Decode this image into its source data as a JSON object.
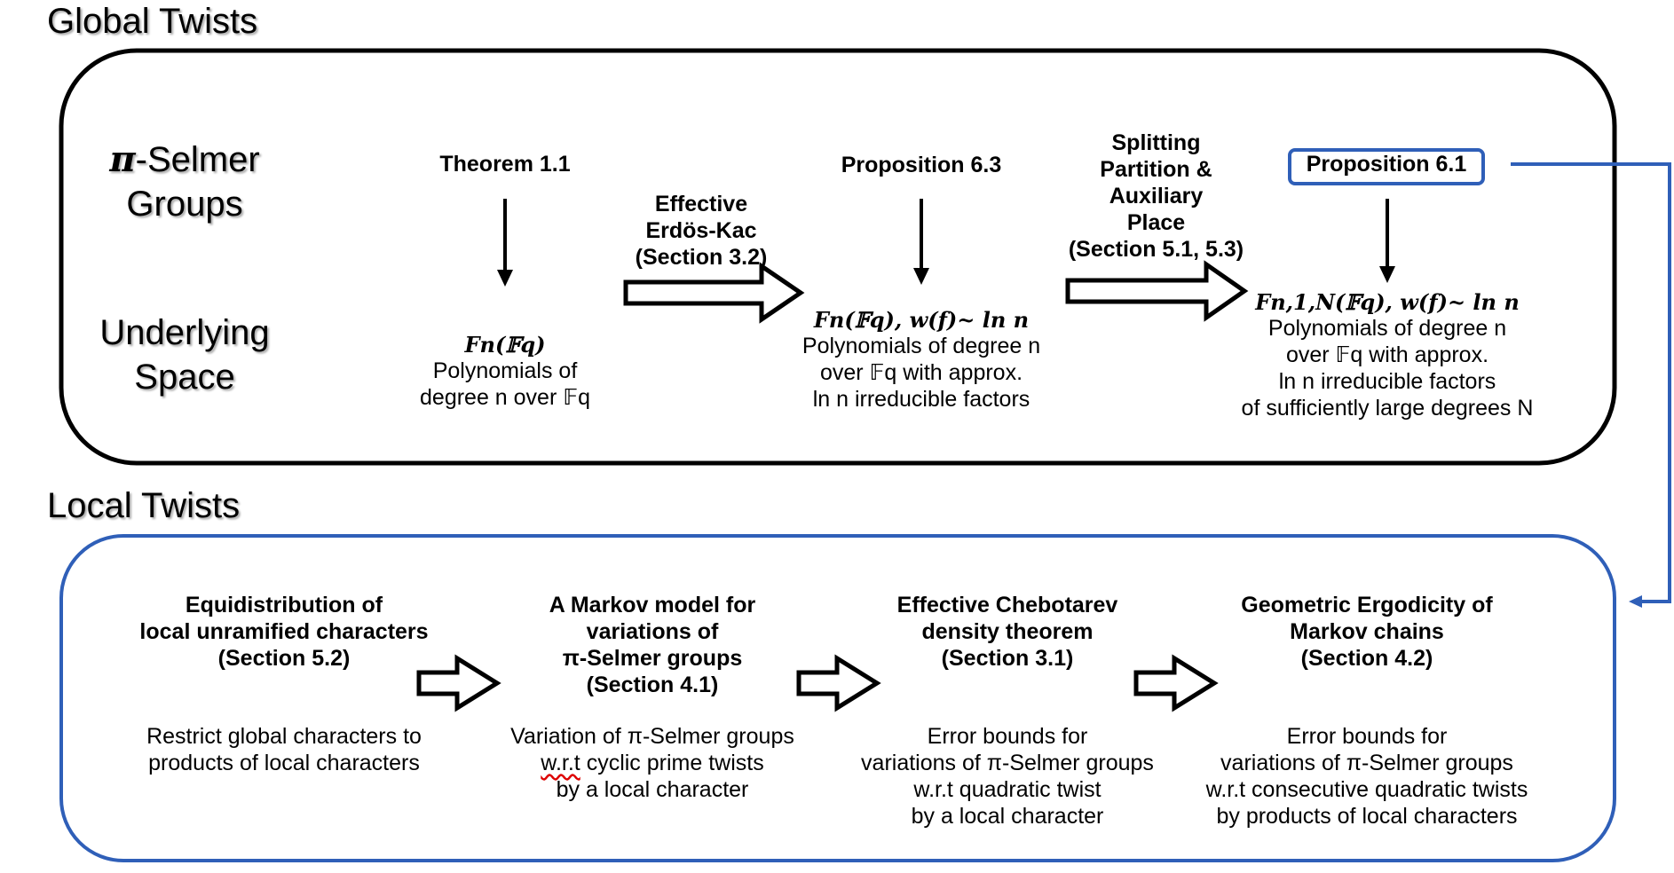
{
  "sections": {
    "global_title": "Global Twists",
    "local_title": "Local Twists"
  },
  "row_labels": {
    "selmer_line1_symbol": "π",
    "selmer_line1_text": "-Selmer",
    "selmer_line2": "Groups",
    "space_line1": "Underlying",
    "space_line2": "Space"
  },
  "global": {
    "theorem11": {
      "title": "Theorem 1.1",
      "formula": "Fn(𝔽q)",
      "desc_line1": "Polynomials of",
      "desc_line2": "degree n over 𝔽q"
    },
    "arrow1": {
      "line1": "Effective",
      "line2": "Erdös-Kac",
      "line3": "(Section 3.2)"
    },
    "prop63": {
      "title": "Proposition 6.3",
      "formula": "Fn(𝔽q), w(f)~ ln n",
      "desc_line1": "Polynomials of degree n",
      "desc_line2": "over 𝔽q with approx.",
      "desc_line3": "ln n irreducible factors"
    },
    "arrow2": {
      "line1": "Splitting",
      "line2": "Partition &",
      "line3": "Auxiliary",
      "line4": "Place",
      "line5": "(Section 5.1, 5.3)"
    },
    "prop61": {
      "title": "Proposition 6.1",
      "formula": "Fn,1,N(𝔽q), w(f)~ ln n",
      "desc_line1": "Polynomials of degree n",
      "desc_line2": "over 𝔽q with approx.",
      "desc_line3": "ln n irreducible factors",
      "desc_line4": "of sufficiently large degrees N"
    }
  },
  "local": {
    "col1": {
      "head_line1": "Equidistribution of",
      "head_line2": "local unramified characters",
      "head_line3": "(Section 5.2)",
      "desc_line1": "Restrict global characters to",
      "desc_line2": "products of local characters"
    },
    "col2": {
      "head_line1": "A Markov model for",
      "head_line2": "variations of",
      "head_line3": "π-Selmer groups",
      "head_line4": "(Section 4.1)",
      "desc_line1": "Variation of π-Selmer groups",
      "desc_line2_a": "w.r.t",
      "desc_line2_b": " cyclic prime twists",
      "desc_line3": "by a local character"
    },
    "col3": {
      "head_line1": "Effective Chebotarev",
      "head_line2": "density theorem",
      "head_line3": "(Section 3.1)",
      "desc_line1": "Error bounds for",
      "desc_line2": "variations of π-Selmer groups",
      "desc_line3": "w.r.t quadratic twist",
      "desc_line4": "by a local character"
    },
    "col4": {
      "head_line1": "Geometric Ergodicity of",
      "head_line2": "Markov chains",
      "head_line3": "(Section 4.2)",
      "desc_line1": "Error bounds for",
      "desc_line2": "variations of π-Selmer groups",
      "desc_line3": "w.r.t consecutive quadratic twists",
      "desc_line4": "by products of local characters"
    }
  },
  "colors": {
    "blue": "#2f5fb8",
    "black": "#000000",
    "spellcheck": "#dd0000"
  }
}
